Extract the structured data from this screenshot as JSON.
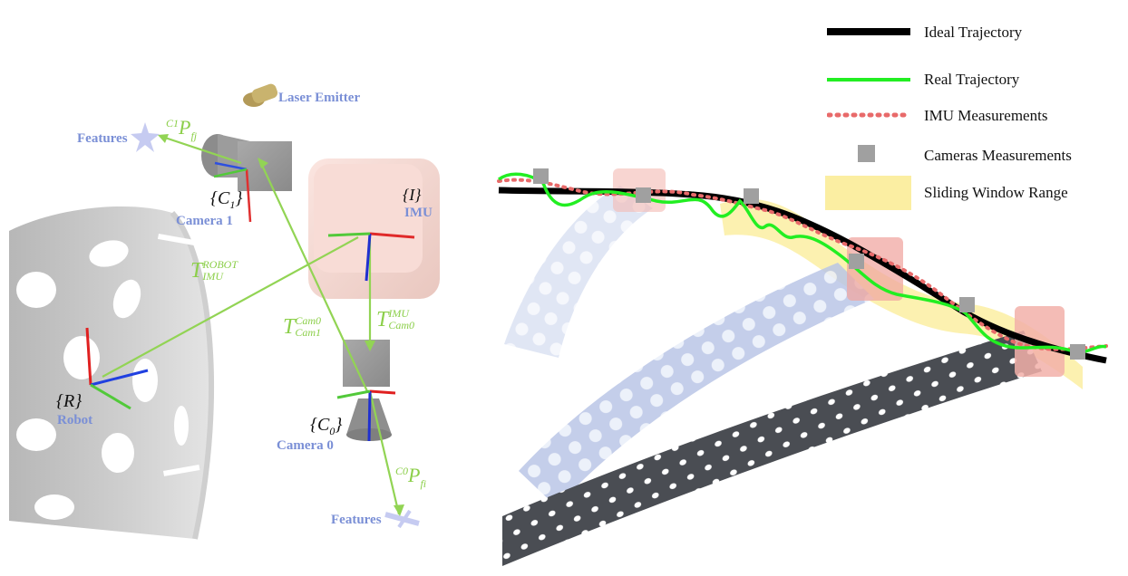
{
  "left_panel": {
    "laser_emitter": "Laser Emitter",
    "features_top": "Features",
    "features_bottom": "Features",
    "camera1": "Camera 1",
    "camera0": "Camera 0",
    "imu": "IMU",
    "robot": "Robot",
    "frame_c1": "{C",
    "frame_c1_sub": "1",
    "frame_c0": "{C",
    "frame_c0_sub": "0",
    "frame_i": "{I}",
    "frame_r": "{R}",
    "p_c1_sup": "C1",
    "p_c1_main": "P",
    "p_c1_sub": "fj",
    "p_c0_sup": "C0",
    "p_c0_main": "P",
    "p_c0_sub": "fi",
    "t_robot_main": "T",
    "t_robot_sup": "ROBOT",
    "t_robot_sub": "IMU",
    "t_cam0cam1_main": "T",
    "t_cam0cam1_sup": "Cam0",
    "t_cam0cam1_sub": "Cam1",
    "t_imucam0_main": "T",
    "t_imucam0_sup": "IMU",
    "t_imucam0_sub": "Cam0"
  },
  "legend": {
    "ideal": "Ideal Trajectory",
    "real": "Real Trajectory",
    "imu": "IMU Measurements",
    "cameras": "Cameras Measurements",
    "window": "Sliding Window Range",
    "colors": {
      "ideal": "#000000",
      "real": "#22ee22",
      "imu": "#e86a6a",
      "cameras": "#a0a0a0",
      "window": "#fbeea2"
    }
  }
}
